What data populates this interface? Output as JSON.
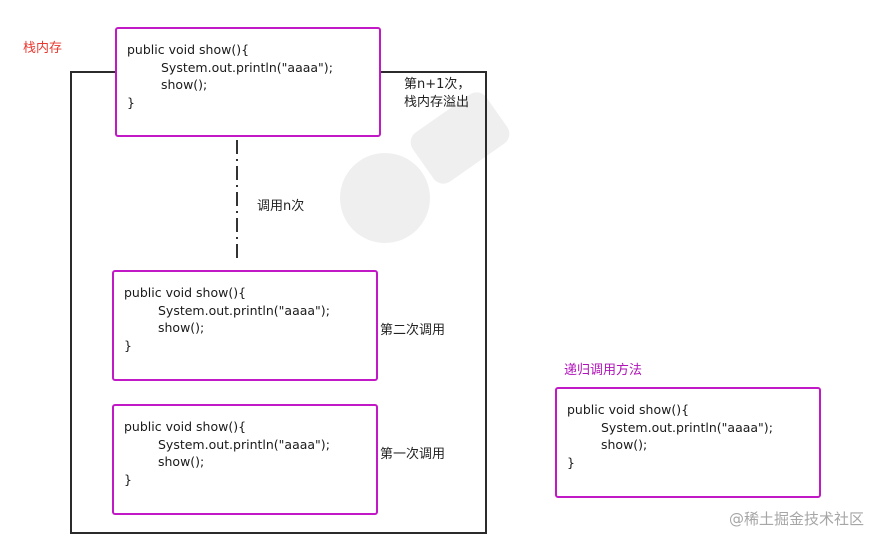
{
  "stack_label": "栈内存",
  "overflow_note": [
    "第n+1次，",
    "栈内存溢出"
  ],
  "calls_note": "调用n次",
  "second_call_note": "第二次调用",
  "first_call_note": "第一次调用",
  "recursion_title": "递归调用方法",
  "code": {
    "line1": "public void show(){",
    "line2": "System.out.println(\"aaaa\");",
    "line3": "show();",
    "line4": "}"
  },
  "watermark": "@稀土掘金技术社区",
  "colors": {
    "stack_label": "#e8382f",
    "title": "#b012b8",
    "box_border": "#c119c6",
    "frame": "#2b2b2b"
  }
}
